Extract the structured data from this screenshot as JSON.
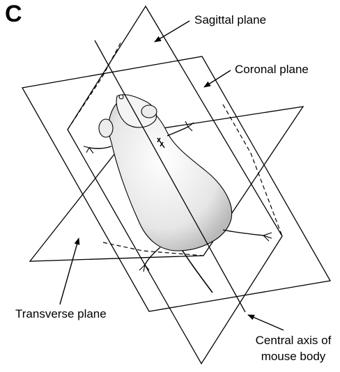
{
  "figure": {
    "panel_letter": "C",
    "labels": {
      "sagittal": "Sagittal plane",
      "coronal": "Coronal plane",
      "transverse": "Transverse plane",
      "central_axis_line1": "Central axis of",
      "central_axis_line2": "mouse body"
    }
  }
}
